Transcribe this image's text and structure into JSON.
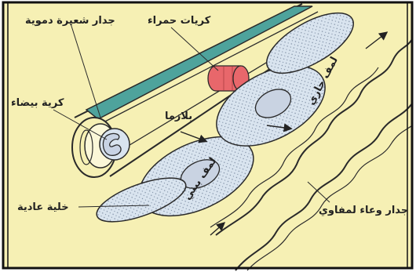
{
  "diagram": {
    "labels": {
      "capillary_wall": "جدار شعيرة دموية",
      "red_blood_cells": "كريات حمراء",
      "white_blood_cell": "كرية بيضاء",
      "plasma": "بلازما",
      "lymph_flow": "لمف جاري",
      "interstitial_lymph": "لمف بيني",
      "normal_cell": "خلية عادية",
      "lymph_vessel_wall": "جدار وعاء لمفاوي"
    },
    "colors": {
      "background": "#f6f0b4",
      "capillary_top": "#4ea39c",
      "red_cell": "#e8676b",
      "cell_fill": "#d9e4ef",
      "outline": "#2a2a2a",
      "frame": "#111111"
    },
    "icons": [
      "arrow-icon"
    ]
  }
}
